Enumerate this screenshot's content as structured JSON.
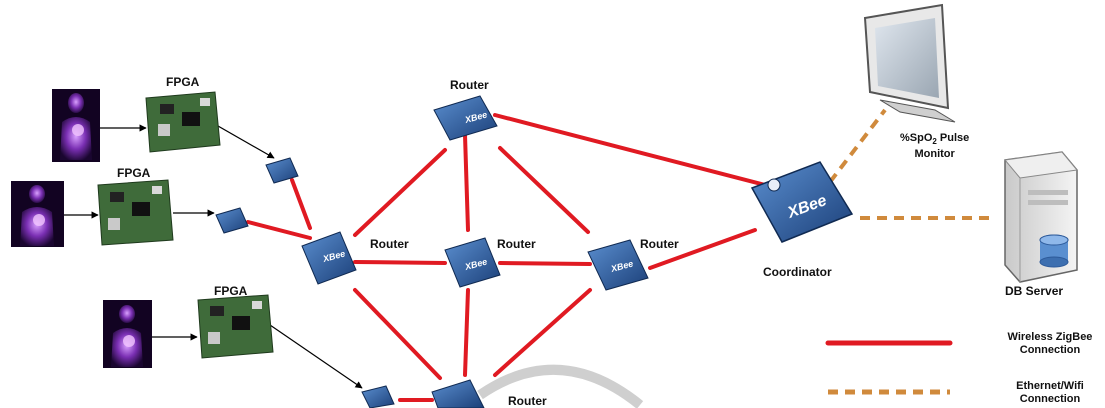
{
  "labels": {
    "fpga_1": "FPGA",
    "fpga_2": "FPGA",
    "fpga_3": "FPGA",
    "router_top": "Router",
    "router_left": "Router",
    "router_center": "Router",
    "router_right": "Router",
    "router_bottom": "Router",
    "coordinator": "Coordinator",
    "db_server": "DB Server",
    "monitor_line1_prefix": "%SpO",
    "monitor_line1_sub": "2",
    "monitor_line1_suffix": " Pulse",
    "monitor_line2": "Monitor",
    "xbee_text": "XBee"
  },
  "legend": {
    "wireless_line1": "Wireless ZigBee",
    "wireless_line2": "Connection",
    "ethernet_line1": "Ethernet/Wifi",
    "ethernet_line2": "Connection"
  },
  "colors": {
    "wireless": "#e01a22",
    "ethernet": "#d08a3c",
    "xbee_blue": "#1f4f8e",
    "pcb_green": "#3f6b3a",
    "body_purple": "#6a2a9a"
  }
}
